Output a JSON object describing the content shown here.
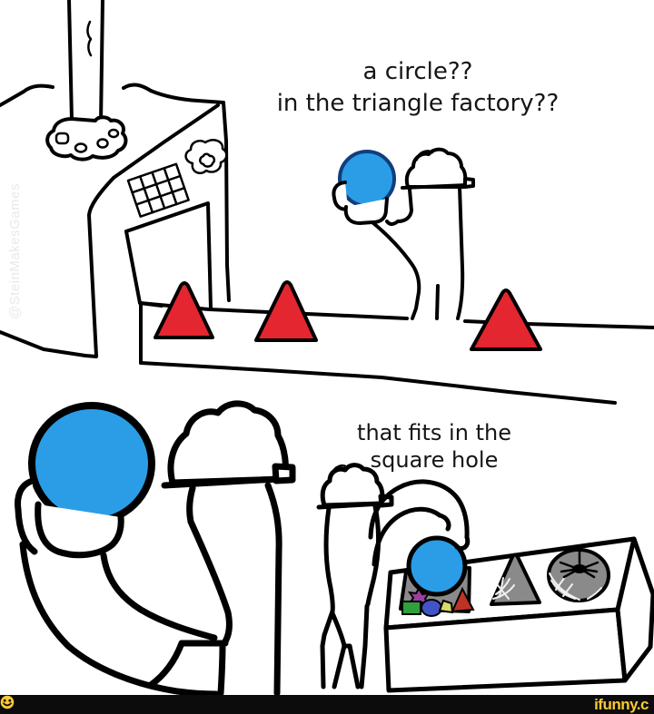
{
  "meme": {
    "caption_top": {
      "line1": "a circle??",
      "line2": "in the triangle factory??"
    },
    "caption_bottom": {
      "line1": "that fits in the",
      "line2": "square hole"
    },
    "watermark": "@SteinMakesGames",
    "footer": {
      "brand": "ifunny.c",
      "smiley_icon": "smiley-face"
    }
  },
  "colors": {
    "ball_blue": "#2b9de6",
    "ball_outline": "#113e7c",
    "triangle_red": "#e32630",
    "hole_gray": "#8a8a8a",
    "toy_purple": "#9a3f9e",
    "toy_green": "#2fa03c",
    "toy_blue": "#4054c8",
    "toy_yellow": "#d6de66",
    "toy_red": "#c03226",
    "brand_yellow": "#fcc933",
    "footer_black": "#0c0c0c",
    "watermark_gray": "#e9e9e9"
  }
}
